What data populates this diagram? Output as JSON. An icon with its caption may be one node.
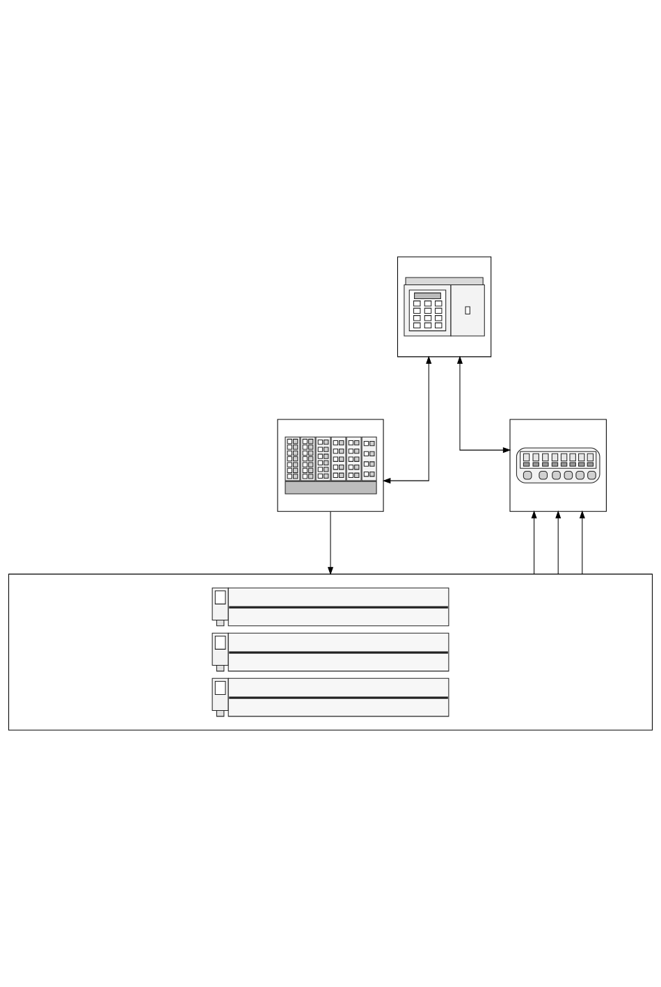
{
  "diagram": {
    "nodes": [
      {
        "text": [],
        "shape": "picture"
      },
      {
        "text": [],
        "shape": "picture"
      },
      {
        "text": [],
        "shape": "picture"
      },
      {
        "text": [],
        "shape": "picture"
      }
    ],
    "edges": [
      {
        "from": 0,
        "to": 1,
        "arrow": "both"
      },
      {
        "from": 0,
        "to": 2,
        "arrow": "both"
      },
      {
        "from": 1,
        "to": 3,
        "arrow": "to"
      },
      {
        "from": 3,
        "to": 2,
        "arrow": "to"
      },
      {
        "from": 3,
        "to": 2,
        "arrow": "to"
      },
      {
        "from": 3,
        "to": 2,
        "arrow": "to"
      }
    ]
  }
}
